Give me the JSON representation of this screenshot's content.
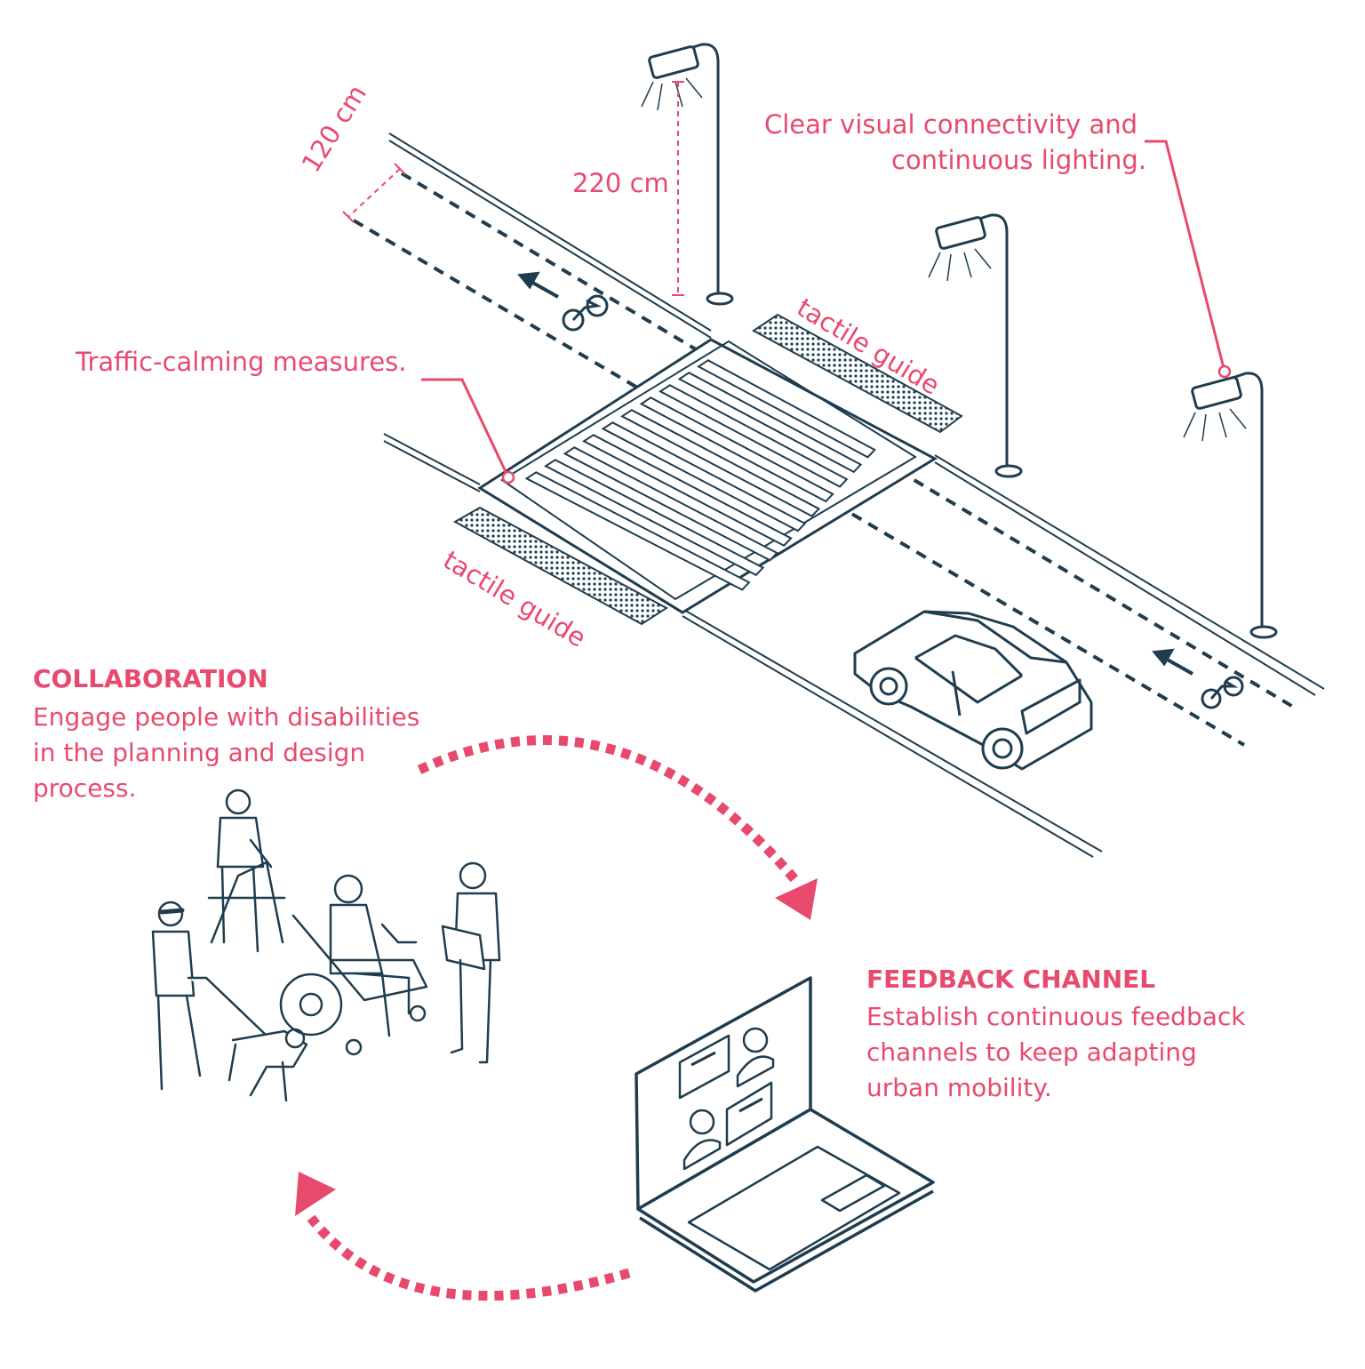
{
  "colors": {
    "accent": "#e84a6e",
    "ink": "#1f3d4f",
    "background": "#ffffff"
  },
  "annotations": {
    "traffic_calming": "Traffic-calming measures.",
    "lighting_line1": "Clear visual connectivity and",
    "lighting_line2": "continuous lighting.",
    "lamp_height": "220 cm",
    "lane_width": "120 cm",
    "tactile_guide_top": "tactile guide",
    "tactile_guide_bottom": "tactile guide"
  },
  "collaboration": {
    "title": "COLLABORATION",
    "lines": [
      "Engage people with disabilities",
      "in the planning and design",
      "process."
    ]
  },
  "feedback": {
    "title": "FEEDBACK CHANNEL",
    "lines": [
      "Establish continuous feedback",
      "channels to keep adapting",
      "urban mobility."
    ]
  },
  "icons": [
    "bicycle-icon",
    "arrow-left-icon",
    "street-lamp-icon",
    "car-icon",
    "laptop-icon",
    "people-group-icon",
    "cycle-arrow-icon"
  ]
}
